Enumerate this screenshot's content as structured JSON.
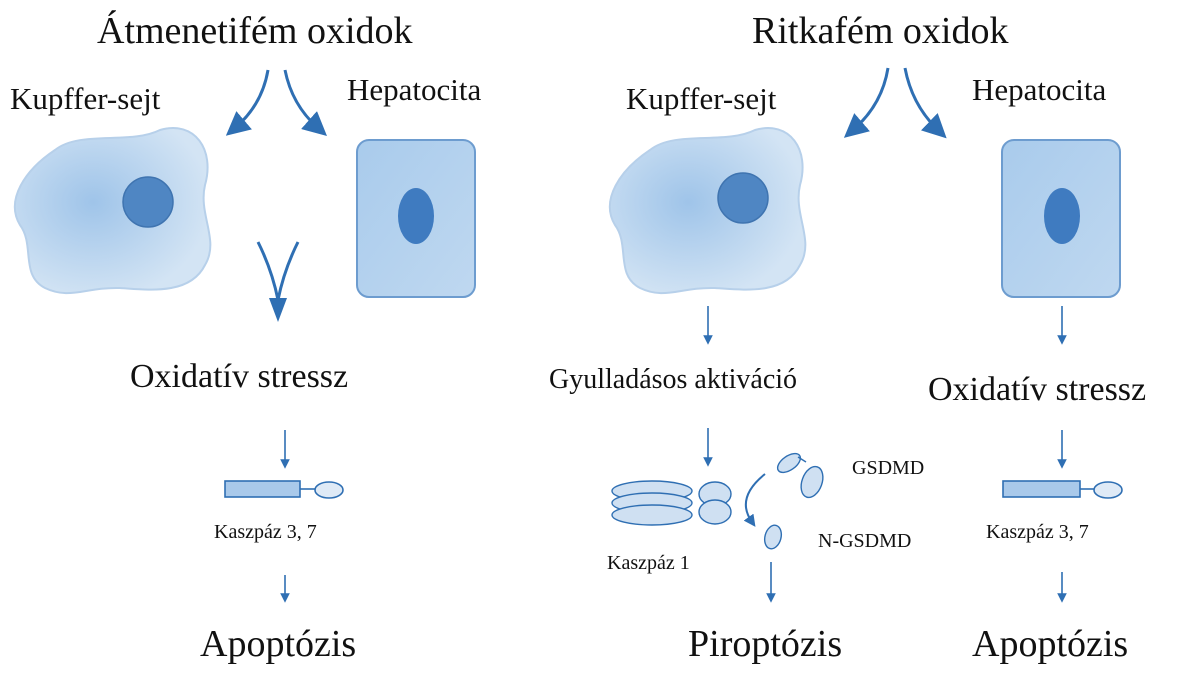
{
  "left_panel": {
    "title": "Átmenetifém oxidok",
    "cell_1": "Kupffer-sejt",
    "cell_2": "Hepatocita",
    "stress": "Oxidatív stressz",
    "enzyme": "Kaszpáz 3, 7",
    "outcome": "Apoptózis"
  },
  "right_panel": {
    "title": "Ritkafém oxidok",
    "cell_1": "Kupffer-sejt",
    "cell_2": "Hepatocita",
    "activation": "Gyulladásos aktiváció",
    "stress": "Oxidatív stressz",
    "enzyme_inflam": "Kaszpáz 1",
    "gsdmd": "GSDMD",
    "n_gsdmd": "N-GSDMD",
    "enzyme": "Kaszpáz 3, 7",
    "outcome_pyro": "Piroptózis",
    "outcome_apo": "Apoptózis"
  },
  "colors": {
    "arrow": "#2f6fb3",
    "cell_fill": "#b9d3ec",
    "cell_edge": "#8fb4da",
    "nucleus": "#4f86c3"
  }
}
